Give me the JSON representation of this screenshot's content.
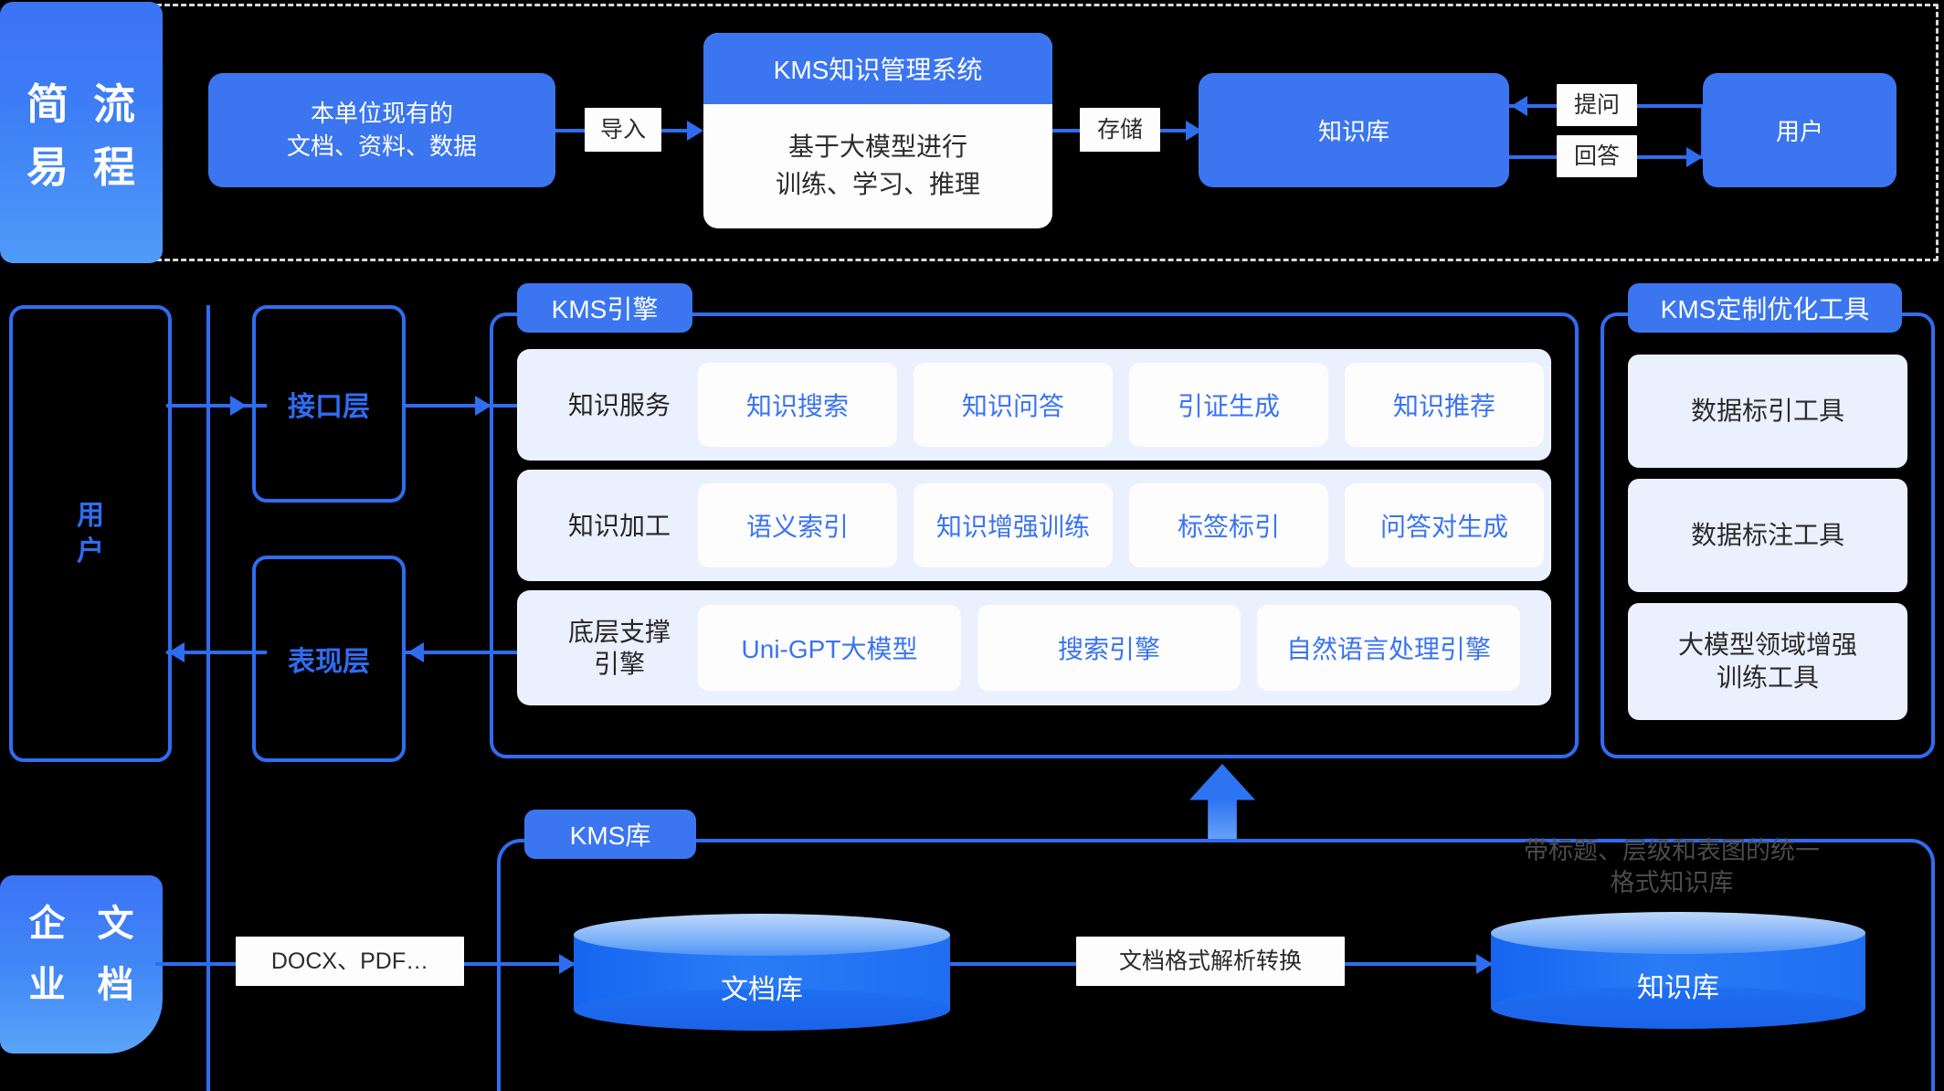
{
  "flow_section": {
    "banner_chars": [
      "简",
      "流",
      "易",
      "程"
    ],
    "source_box": {
      "line1": "本单位现有的",
      "line2": "文档、资料、数据"
    },
    "import_label": "导入",
    "kms_system": {
      "title": "KMS知识管理系统",
      "body_line1": "基于大模型进行",
      "body_line2": "训练、学习、推理"
    },
    "store_label": "存储",
    "kb_box": "知识库",
    "ask_label": "提问",
    "answer_label": "回答",
    "user_box": "用户"
  },
  "arch_section": {
    "user_box": {
      "char1": "用",
      "char2": "户"
    },
    "interface_layer": "接口层",
    "presentation_layer": "表现层",
    "engine": {
      "tag": "KMS引擎",
      "rows": [
        {
          "label": "知识服务",
          "cells": [
            "知识搜索",
            "知识问答",
            "引证生成",
            "知识推荐"
          ]
        },
        {
          "label": "知识加工",
          "cells": [
            "语义索引",
            "知识增强训练",
            "标签标引",
            "问答对生成"
          ]
        },
        {
          "label_line1": "底层支撑",
          "label_line2": "引擎",
          "cells": [
            "Uni-GPT大模型",
            "搜索引擎",
            "自然语言处理引擎"
          ]
        }
      ]
    },
    "tools": {
      "tag": "KMS定制优化工具",
      "items": [
        {
          "line1": "数据标引工具",
          "line2": ""
        },
        {
          "line1": "数据标注工具",
          "line2": ""
        },
        {
          "line1": "大模型领域增强",
          "line2": "训练工具"
        }
      ]
    }
  },
  "repo_section": {
    "banner_chars": [
      "企",
      "文",
      "业",
      "档"
    ],
    "tag": "KMS库",
    "format_label": "DOCX、PDF…",
    "doc_db": "文档库",
    "transform_label": "文档格式解析转换",
    "knowledge_db": "知识库",
    "note_line1": "带标题、层级和表图的统一",
    "note_line2": "格式知识库"
  },
  "colors": {
    "primary_blue": "#3b76f0",
    "line_blue": "#2f6df0",
    "row_bg": "#eaf0fe",
    "cell_text": "#3a74f2",
    "dashed_border": "#d8d8d8",
    "canvas": "#000000"
  }
}
